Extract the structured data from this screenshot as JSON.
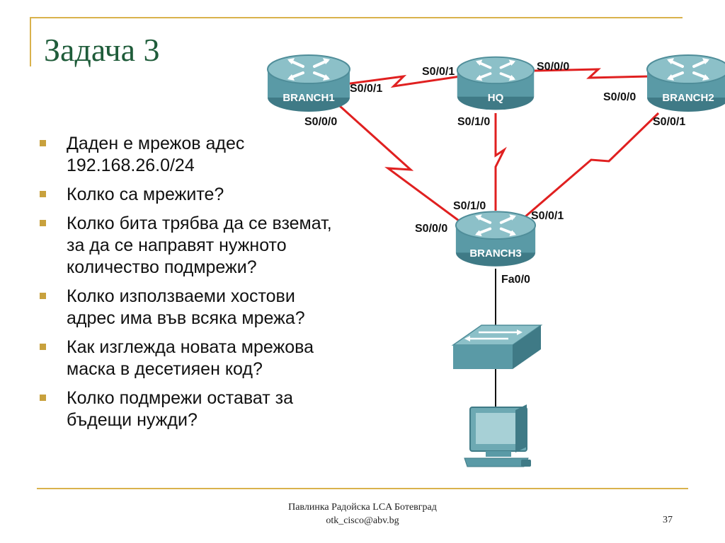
{
  "title": "Задача 3",
  "bullets": [
    "Даден е мрежов адес\n192.168.26.0/24",
    "Колко са мрежите?",
    "Колко бита трябва да се вземат,\nза да се направят нужното\nколичество подмрежи?",
    "Колко използваеми хостови\nадрес има във всяка мрежа?",
    "Как изглежда новата мрежова\nмаска в десетияен код?",
    "Колко подмрежи остават за\nбъдещи нужди?"
  ],
  "diagram": {
    "routers": {
      "branch1": "BRANCH1",
      "hq": "HQ",
      "branch2": "BRANCH2",
      "branch3": "BRANCH3"
    },
    "interfaces": {
      "hq_s001": "S0/0/1",
      "hq_s000": "S0/0/0",
      "hq_s010": "S0/1/0",
      "branch1_s001": "S0/0/1",
      "branch1_s000": "S0/0/0",
      "branch2_s000": "S0/0/0",
      "branch2_s001": "S0/0/1",
      "branch3_s010": "S0/1/0",
      "branch3_s000": "S0/0/0",
      "branch3_s001": "S0/0/1",
      "branch3_fa00": "Fa0/0"
    },
    "colors": {
      "serial_link": "#e02020",
      "router_body": "#5a9aa6",
      "router_top": "#8cc0c8",
      "accent": "#d9b24c",
      "title": "#1f5c3a"
    }
  },
  "footer": {
    "author": "Павлинка Радойска LCA Ботевград",
    "email": "otk_cisco@abv.bg",
    "page": "37"
  }
}
